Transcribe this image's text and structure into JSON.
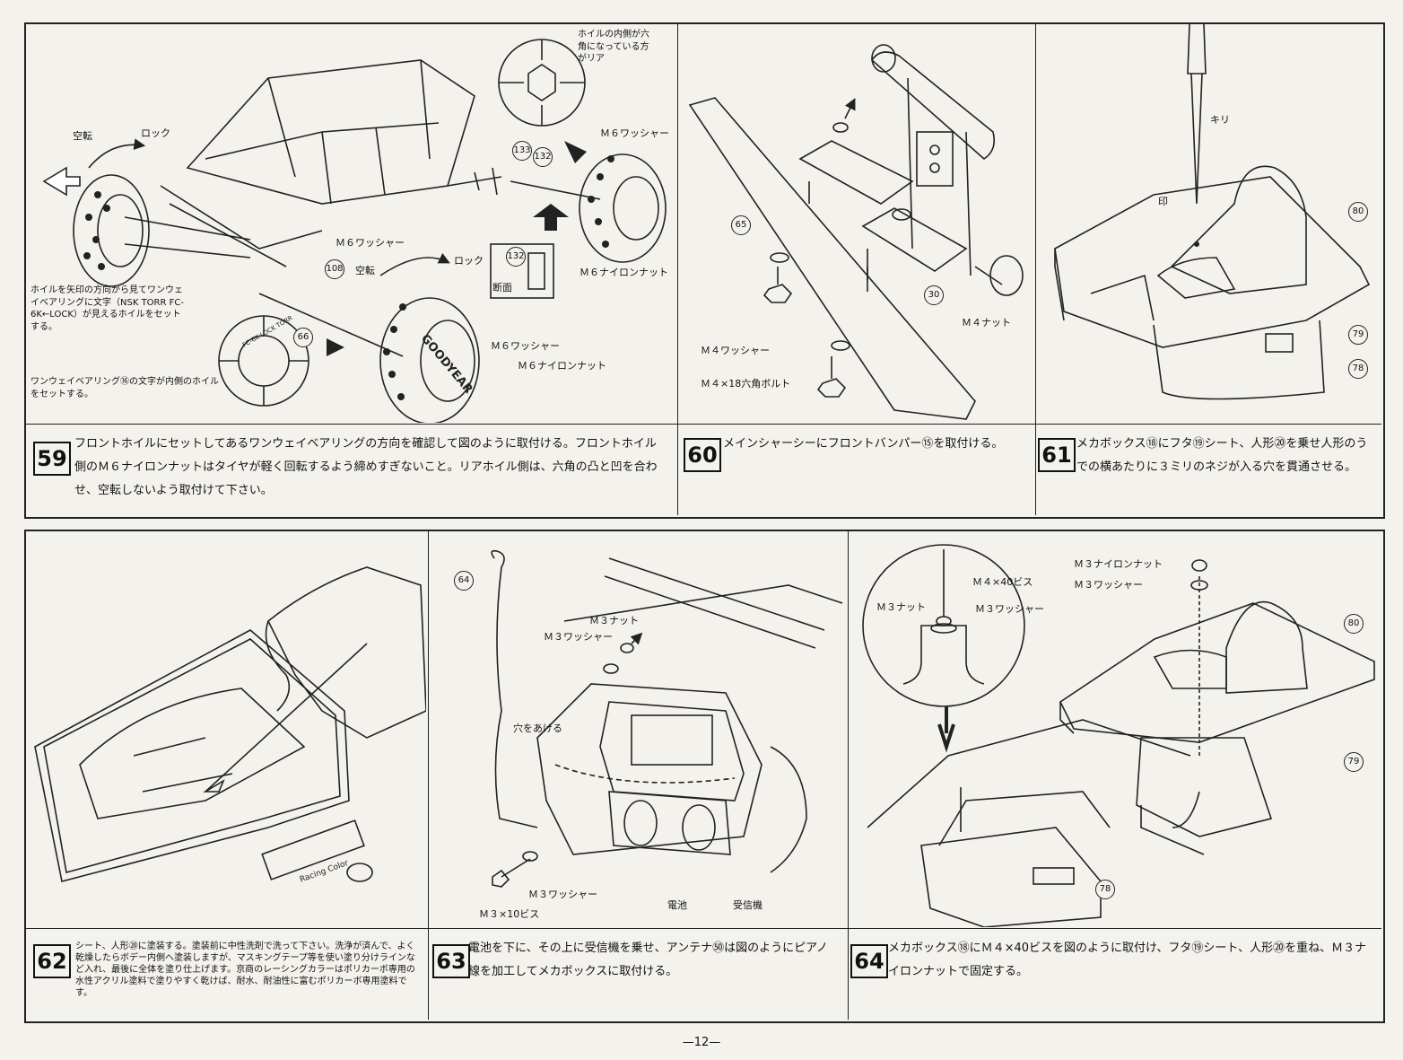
{
  "page_number": "—12—",
  "steps": [
    {
      "number": "59",
      "caption": "フロントホイルにセットしてあるワンウェイベアリングの方向を確認して図のように取付ける。フロントホイル側のＭ６ナイロンナットはタイヤが軽く回転するよう締めすぎないこと。リアホイル側は、六角の凸と凹を合わせ、空転しないよう取付けて下さい。",
      "labels": {
        "idle_left": "空転",
        "lock_left": "ロック",
        "hex_note": "ホイルの内側が六角になっている方がリア",
        "m6_washer_top": "Ｍ６ワッシャー",
        "m6_washer_mid": "Ｍ６ワッシャー",
        "idle_mid": "空転",
        "lock_mid": "ロック",
        "section": "断面",
        "m6_nylon_nut_right": "Ｍ６ナイロンナット",
        "m6_washer_bottom": "Ｍ６ワッシャー",
        "m6_nylon_nut_bottom": "Ｍ６ナイロンナット",
        "arrow_note": "ホイルを矢印の方向から見てワンウェイベアリングに文字（NSK TORR FC-6K←LOCK）が見えるホイルをセットする。",
        "bearing_note": "ワンウェイベアリング⑯の文字が内側のホイルをセットする。",
        "tire_text": "GOODYEAR",
        "bearing_text": "FC-6K LOCK TORR"
      },
      "parts": [
        "133",
        "132",
        "108",
        "132",
        "66"
      ]
    },
    {
      "number": "60",
      "caption": "メインシャーシーにフロントバンパー⑮を取付ける。",
      "labels": {
        "m4_nut": "Ｍ４ナット",
        "m4_washer": "Ｍ４ワッシャー",
        "m4_bolt": "Ｍ４×18六角ボルト"
      },
      "parts": [
        "65",
        "30"
      ]
    },
    {
      "number": "61",
      "caption": "メカボックス⑱にフタ⑲シート、人形⑳を乗せ人形のうでの横あたりに３ミリのネジが入る穴を貫通させる。",
      "labels": {
        "drill": "キリ",
        "mark": "印"
      },
      "parts": [
        "80",
        "79",
        "78"
      ]
    },
    {
      "number": "62",
      "caption": "シート、人形⑳に塗装する。塗装前に中性洗剤で洗って下さい。洗浄が済んで、よく乾燥したらボデー内側へ塗装しますが、マスキングテープ等を使い塗り分けラインなど入れ、最後に全体を塗り仕上げます。京商のレーシングカラーはポリカーボ専用の水性アクリル塗料で塗りやすく乾けば、耐水、耐油性に富むポリカーボ専用塗料です。",
      "labels": {
        "paint_tube": "Racing Color"
      },
      "parts": []
    },
    {
      "number": "63",
      "caption": "電池を下に、その上に受信機を乗せ、アンテナ㊿は図のようにピアノ線を加工してメカボックスに取付ける。",
      "labels": {
        "m3_nut": "Ｍ３ナット",
        "m3_washer_top": "Ｍ３ワッシャー",
        "drill_hole": "穴をあける",
        "m3_washer_bottom": "Ｍ３ワッシャー",
        "m3_screw": "Ｍ３×10ビス",
        "battery": "電池",
        "receiver": "受信機"
      },
      "parts": [
        "64"
      ]
    },
    {
      "number": "64",
      "caption": "メカボックス⑱にＭ４×40ビスを図のように取付け、フタ⑲シート、人形⑳を重ね、Ｍ３ナイロンナットで固定する。",
      "labels": {
        "m3_nylon_nut": "Ｍ３ナイロンナット",
        "m3_washer": "Ｍ３ワッシャー",
        "m4_screw": "Ｍ４×40ビス",
        "m3_nut": "Ｍ３ナット",
        "m3_washer_b": "Ｍ３ワッシャー"
      },
      "parts": [
        "80",
        "79",
        "78"
      ]
    }
  ]
}
